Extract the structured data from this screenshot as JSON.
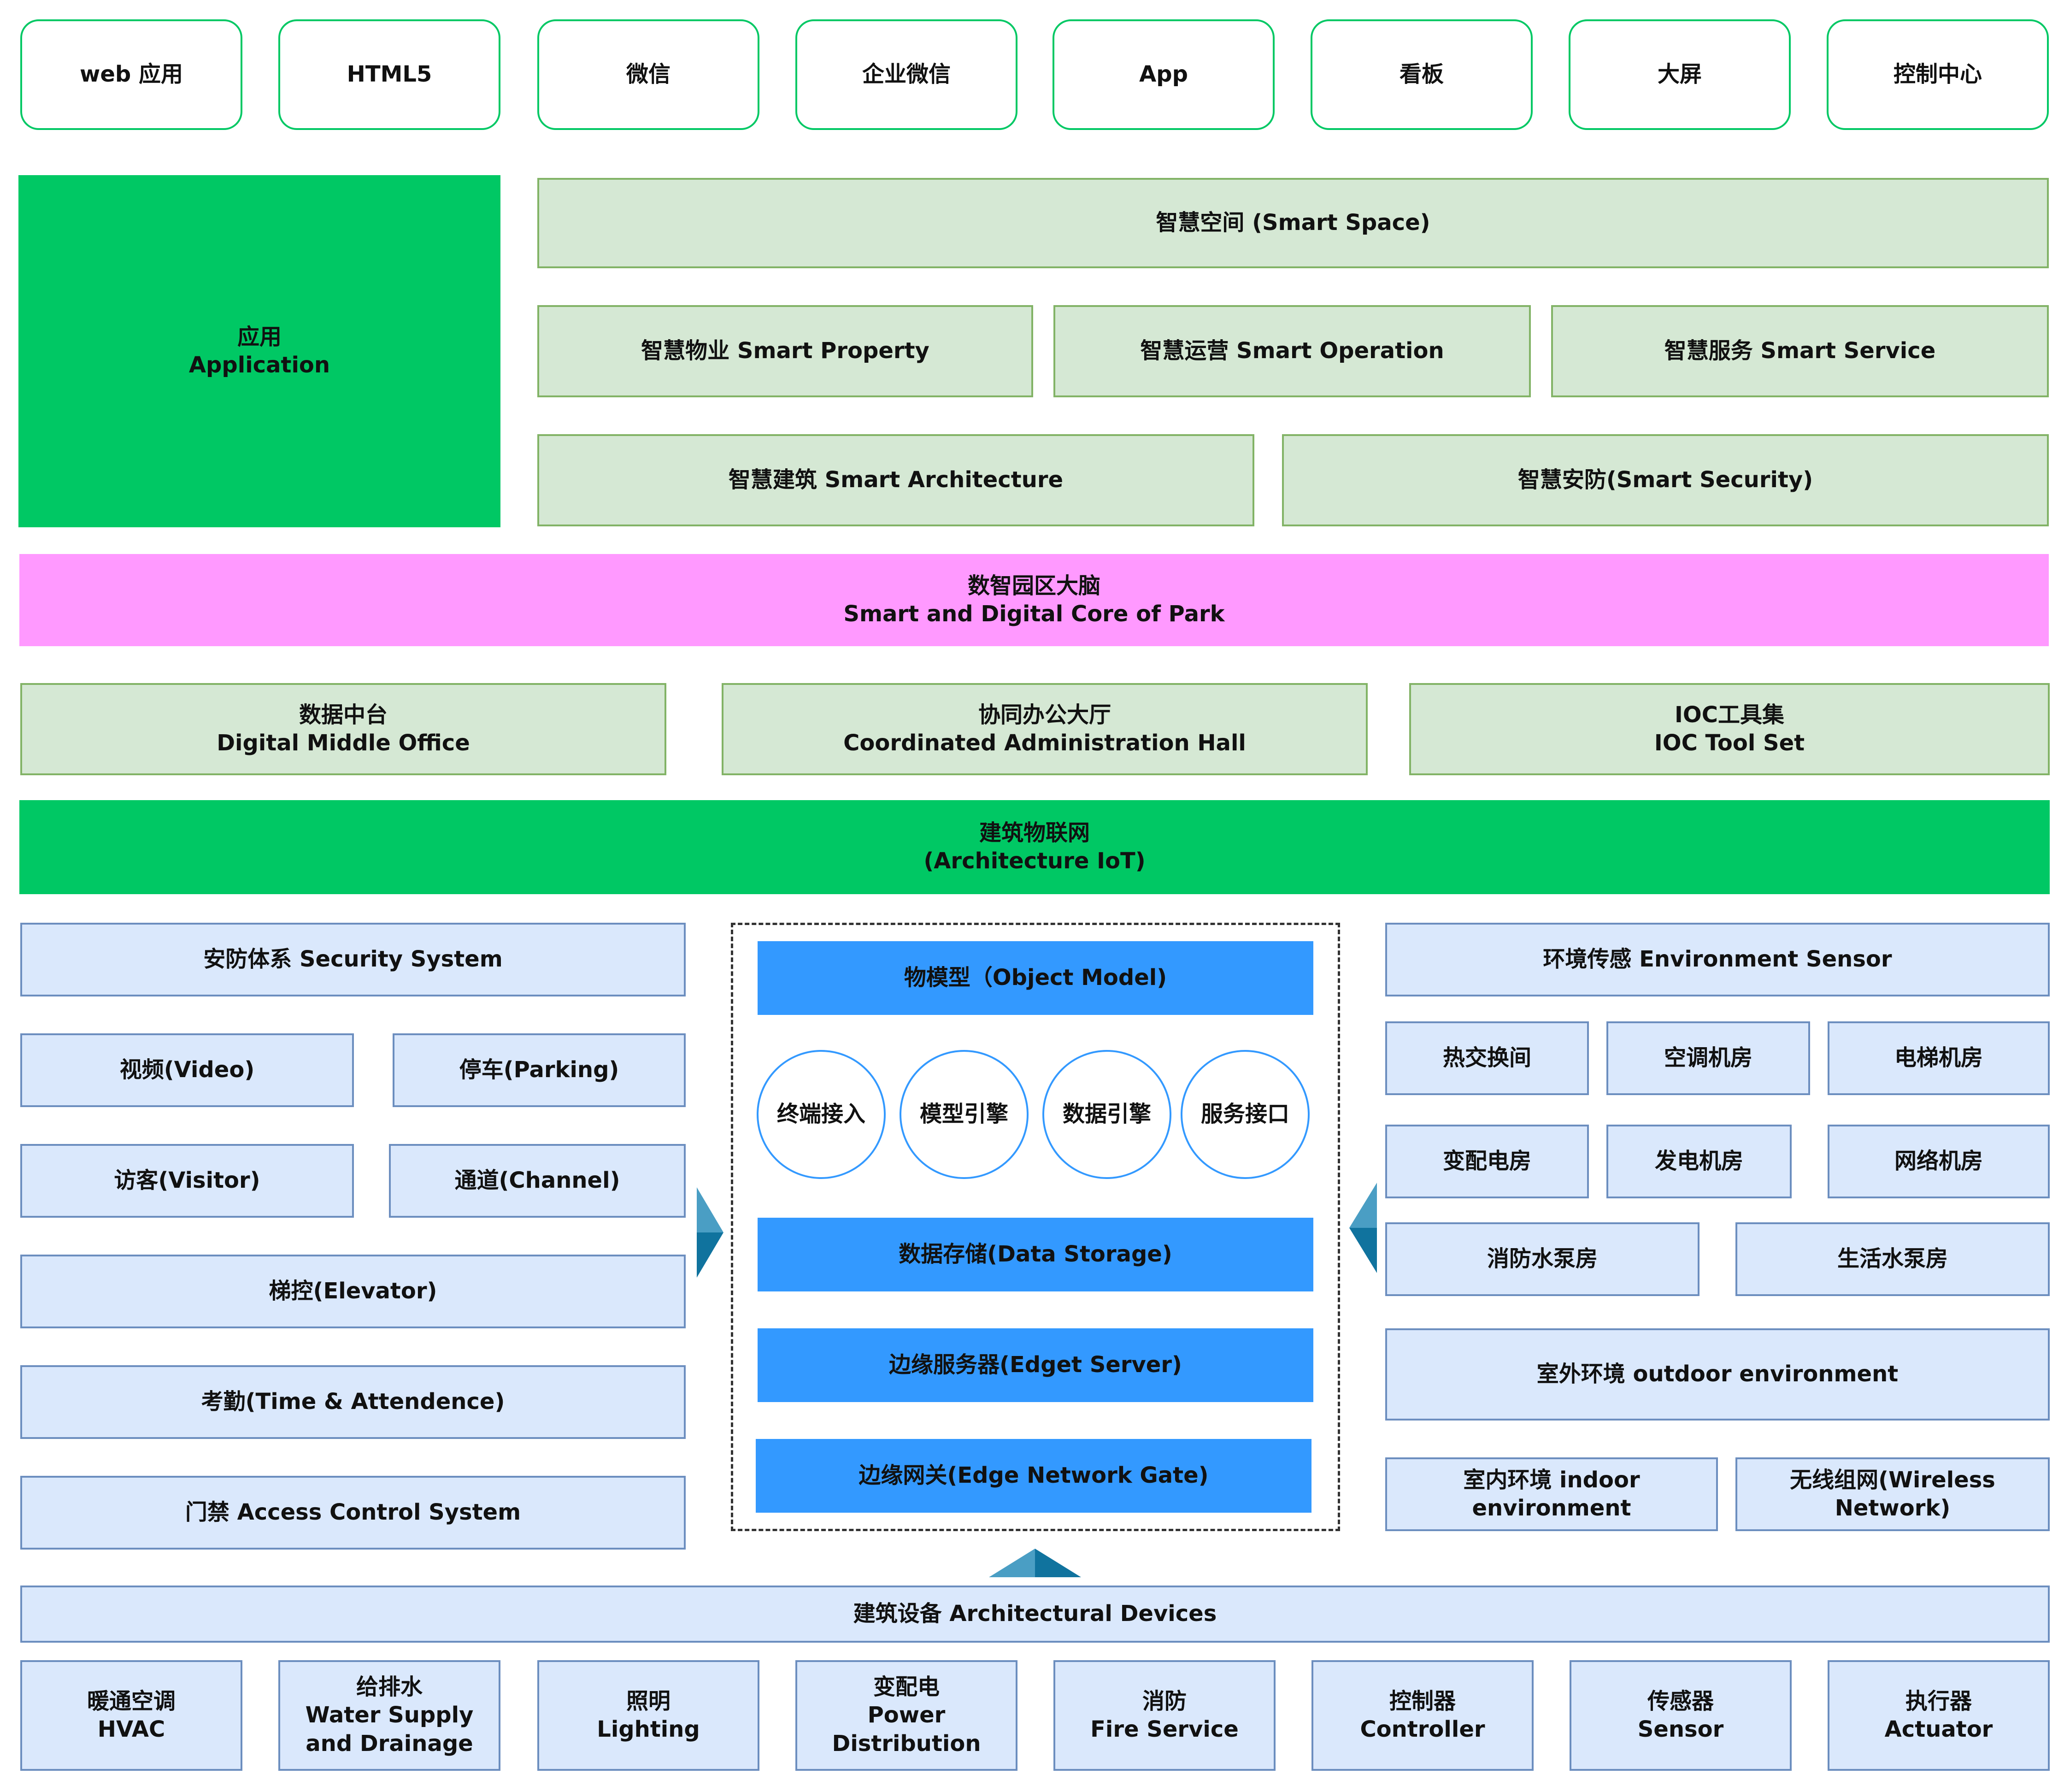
{
  "clients": [
    "web 应用",
    "HTML5",
    "微信",
    "企业微信",
    "App",
    "看板",
    "大屏",
    "控制中心"
  ],
  "application": {
    "label": "应用\nApplication",
    "smart_space": "智慧空间 (Smart Space)",
    "row2": [
      "智慧物业 Smart Property",
      "智慧运营 Smart Operation",
      "智慧服务 Smart Service"
    ],
    "row3": [
      "智慧建筑 Smart Architecture",
      "智慧安防(Smart Security)"
    ]
  },
  "core": "数智园区大脑\nSmart and Digital Core of Park",
  "platforms": [
    "数据中台\nDigital Middle Office",
    "协同办公大厅\nCoordinated Administration Hall",
    "IOC工具集\nIOC Tool Set"
  ],
  "iot": "建筑物联网\n(Architecture IoT)",
  "security": {
    "title": "安防体系 Security System",
    "video": "视频(Video)",
    "parking": "停车(Parking)",
    "visitor": "访客(Visitor)",
    "channel": "通道(Channel)",
    "elevator": "梯控(Elevator)",
    "attendance": "考勤(Time & Attendence)",
    "access": "门禁  Access Control System"
  },
  "center": {
    "object_model": "物模型（Object Model)",
    "circles": [
      "终端接入",
      "模型引擎",
      "数据引擎",
      "服务接口"
    ],
    "storage": "数据存储(Data Storage)",
    "edge_server": "边缘服务器(Edget Server)",
    "edge_gate": "边缘网关(Edge Network Gate)"
  },
  "environment": {
    "title": "环境传感 Environment Sensor",
    "row1": [
      "热交换间",
      "空调机房",
      "电梯机房"
    ],
    "row2": [
      "变配电房",
      "发电机房",
      "网络机房"
    ],
    "row3": [
      "消防水泵房",
      "生活水泵房"
    ],
    "outdoor": "室外环境 outdoor environment",
    "indoor": "室内环境 indoor environment",
    "wireless": "无线组网(Wireless Network)"
  },
  "devices": {
    "title": "建筑设备  Architectural Devices",
    "items": [
      "暖通空调\nHVAC",
      "给排水\nWater Supply\nand Drainage",
      "照明\nLighting",
      "变配电\nPower\nDistribution",
      "消防\nFire Service",
      "控制器\nController",
      "传感器\nSensor",
      "执行器\nActuator"
    ]
  },
  "colors": {
    "green": "#00c864",
    "pale_green": "#d5e8d4",
    "pink": "#ff99ff",
    "pale_blue": "#dae8fc",
    "bright_blue": "#3399ff",
    "arrow_dark": "#10739e",
    "arrow_light": "#4a9ec4"
  }
}
